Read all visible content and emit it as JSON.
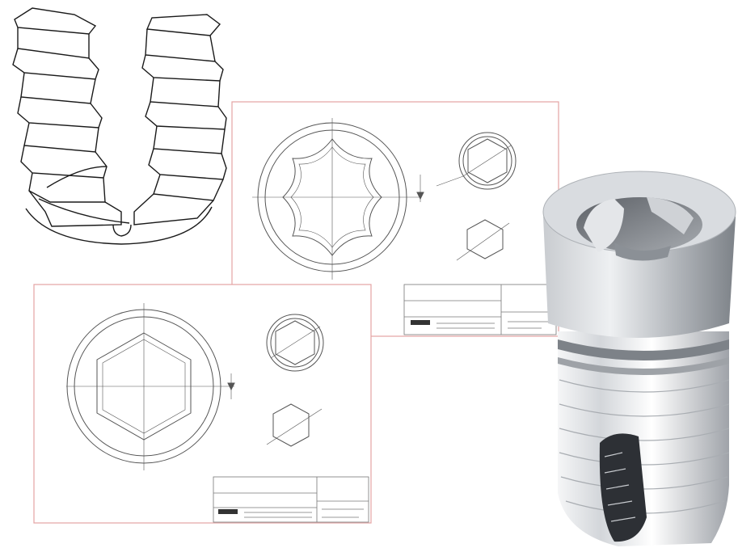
{
  "colors": {
    "background": "#ffffff",
    "sheet_border": "#e4a4a4",
    "line": "#1a1a1a",
    "drawing_line": "#555555",
    "thread_metal": "#e6e8ea",
    "implant_top": "#b9bcc1",
    "implant_shadow": "#6b6f75"
  },
  "drawing_sheets": [
    {
      "name": "torx-sheet"
    },
    {
      "name": "hex-sheet"
    }
  ],
  "illustrations": [
    "thread-cross-section",
    "implant-3d-render"
  ]
}
